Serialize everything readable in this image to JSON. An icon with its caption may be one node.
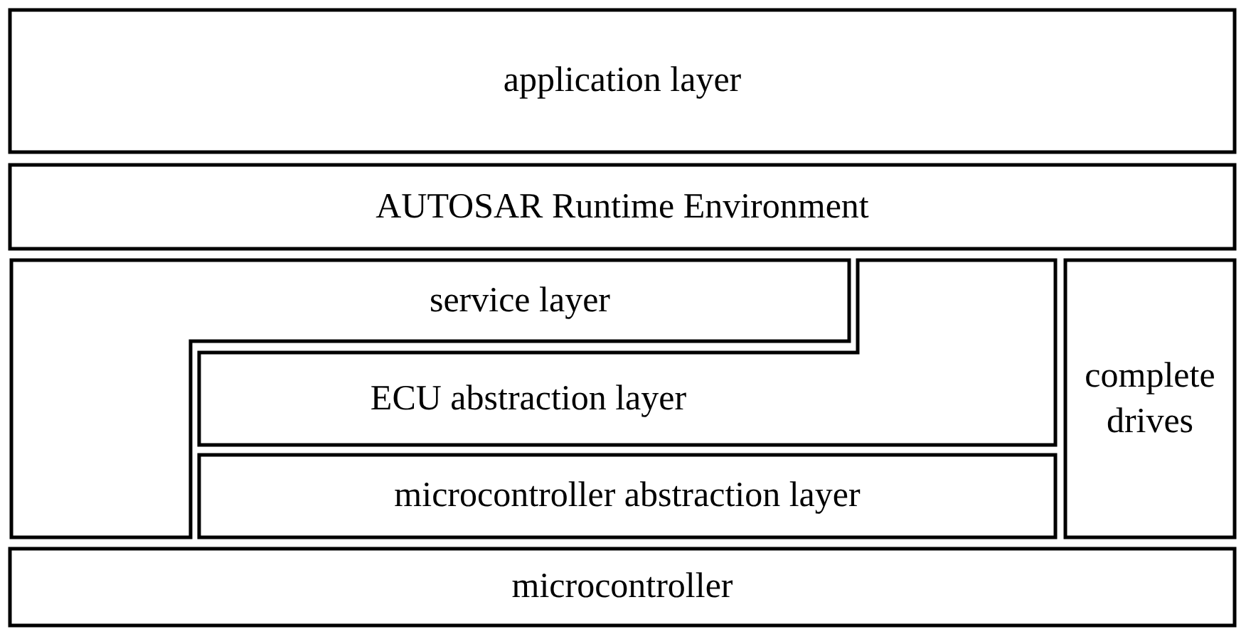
{
  "diagram": {
    "nodes": [
      {
        "text": [
          "application layer"
        ]
      },
      {
        "text": [
          "AUTOSAR Runtime Environment"
        ]
      },
      {
        "text": [
          "service layer"
        ]
      },
      {
        "text": [
          "ECU abstraction layer"
        ]
      },
      {
        "text": [
          "microcontroller abstraction layer"
        ]
      },
      {
        "text": [
          "complete drives"
        ]
      },
      {
        "text": [
          "microcontroller"
        ]
      }
    ],
    "edges": []
  }
}
